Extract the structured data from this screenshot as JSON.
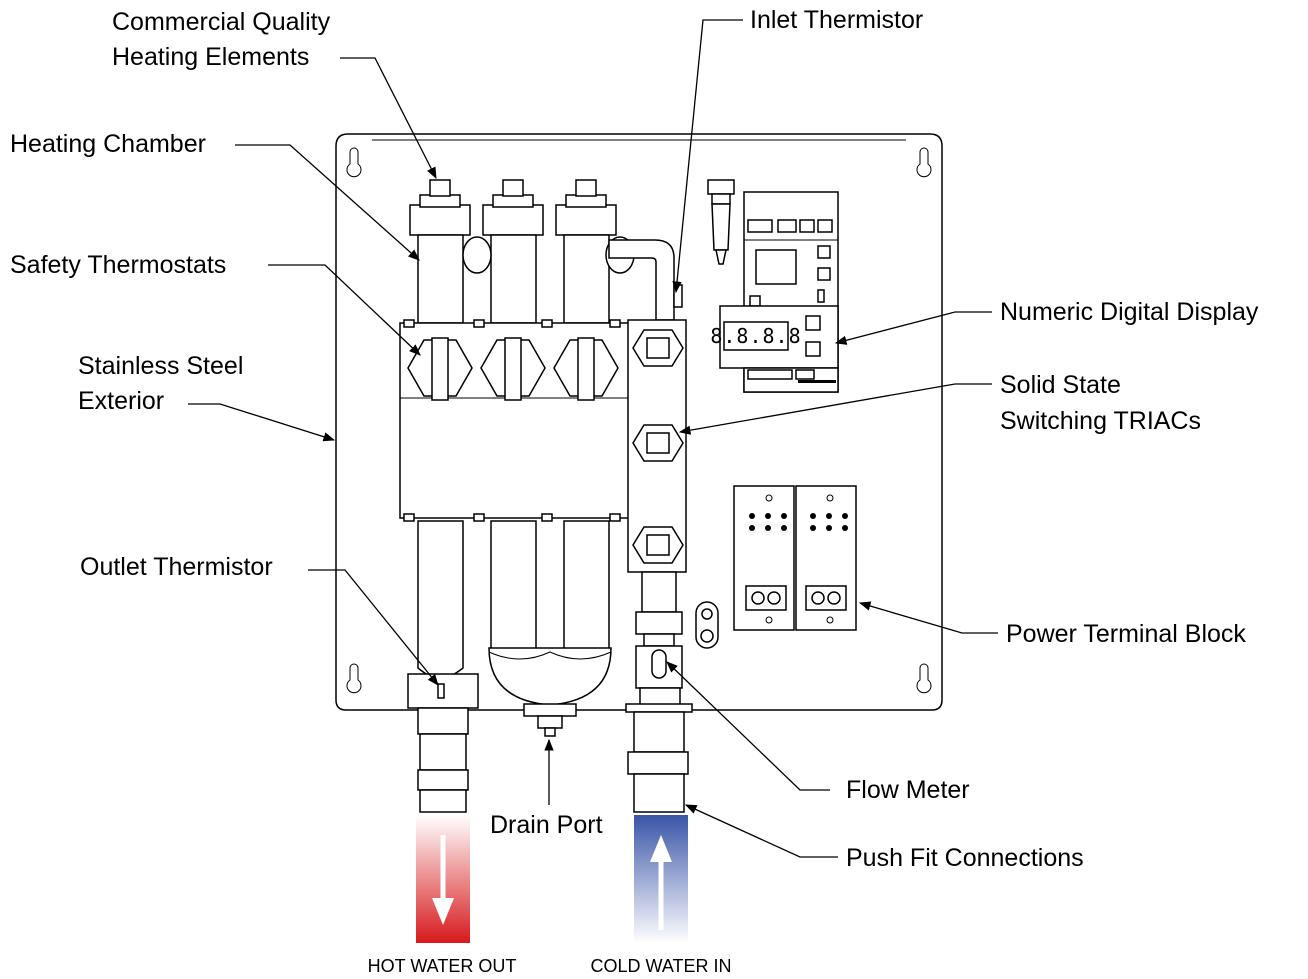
{
  "labels": {
    "heating_elements_line1": "Commercial Quality",
    "heating_elements_line2": "Heating Elements",
    "heating_chamber": "Heating Chamber",
    "safety_thermostats": "Safety Thermostats",
    "stainless_line1": "Stainless Steel",
    "stainless_line2": "Exterior",
    "outlet_thermistor": "Outlet Thermistor",
    "inlet_thermistor": "Inlet Thermistor",
    "numeric_display": "Numeric Digital Display",
    "triacs_line1": "Solid State",
    "triacs_line2": "Switching TRIACs",
    "power_terminal": "Power Terminal Block",
    "flow_meter": "Flow Meter",
    "push_fit": "Push Fit Connections",
    "drain_port": "Drain Port",
    "hot_water_out": "HOT WATER OUT",
    "cold_water_in": "COLD WATER IN"
  },
  "colors": {
    "hot": "#d7191c",
    "cold": "#3a55a8",
    "line": "#000000"
  },
  "display_readout": "8.8.8.8"
}
